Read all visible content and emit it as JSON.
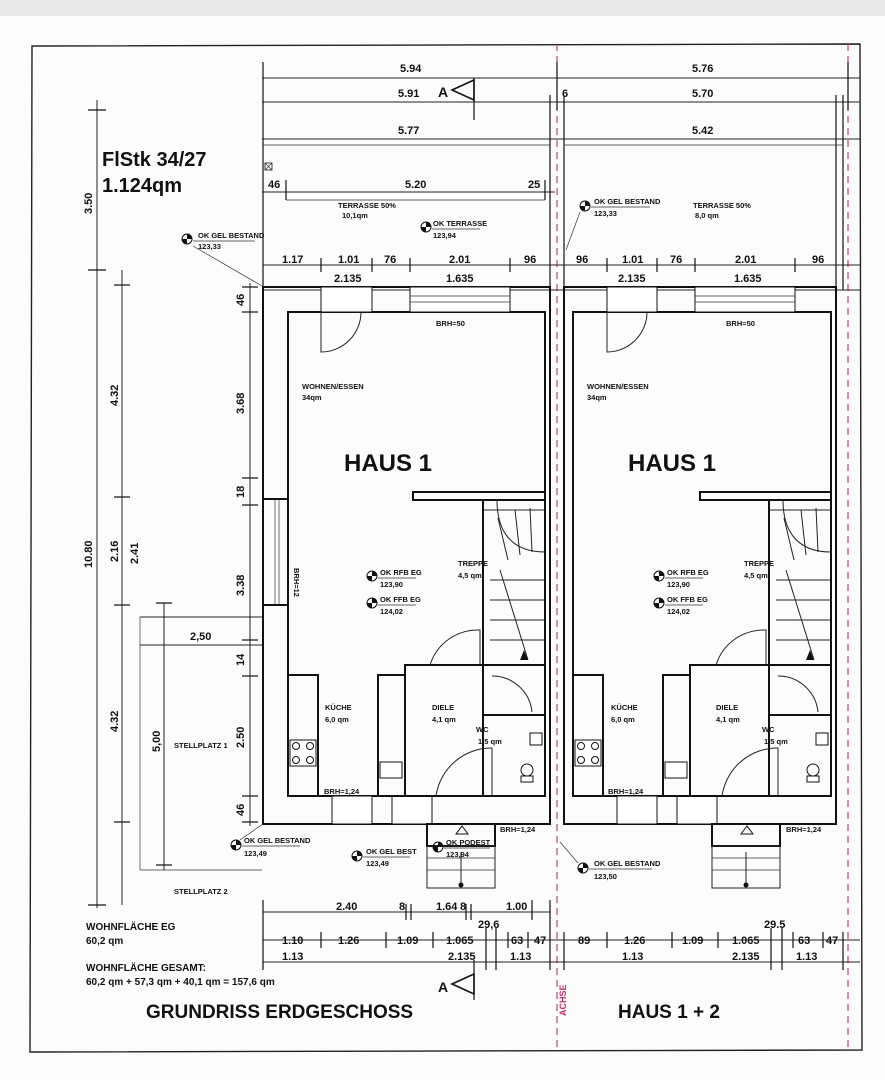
{
  "sheet": {
    "parcel_line1": "FlStk 34/27",
    "parcel_line2": "1.124qm",
    "drawing_title": "GRUNDRISS ERDGESCHOSS",
    "houses_title": "HAUS 1 + 2",
    "axis_label": "ACHSE",
    "section_marker": "A"
  },
  "dimensions": {
    "top_row1": [
      "5.94",
      "5.76"
    ],
    "top_row2": [
      "5.91",
      "6",
      "5.70"
    ],
    "top_row3": [
      "5.77",
      "5.42"
    ],
    "top_row4": [
      "46",
      "5.20",
      "25"
    ],
    "upper_line_a": [
      "1.17",
      "1.01",
      "76",
      "2.01",
      "96",
      "96",
      "1.01",
      "76",
      "2.01",
      "96"
    ],
    "upper_line_b": [
      "2.135",
      "1.635",
      "2.135",
      "1.635"
    ],
    "left_outer": [
      "3.50",
      "10.80"
    ],
    "left_mid": [
      "4.32",
      "2.16",
      "4.32"
    ],
    "left_mid2": [
      "2.41"
    ],
    "left_inner": [
      "46",
      "3.68",
      "18",
      "3.38",
      "14",
      "2.50",
      "46"
    ],
    "parking_width": "2,50",
    "parking_depth": "5,00",
    "bottom_line_a": [
      "2.40",
      "8",
      "1.64",
      "8",
      "1.00"
    ],
    "bottom_line_b": [
      "29,6",
      "29.5"
    ],
    "bottom_line_c": [
      "1.10",
      "1.26",
      "1.09",
      "1.065",
      "63",
      "47",
      "89",
      "1.26",
      "1.09",
      "1.065",
      "63",
      "47"
    ],
    "bottom_line_d": [
      "1.13",
      "2.135",
      "1.13",
      "1.13",
      "2.135",
      "1.13"
    ]
  },
  "labels": {
    "terrace_1": "TERRASSE 50%",
    "terrace_1_area": "10,1qm",
    "terrace_2": "TERRASSE 50%",
    "terrace_2_area": "8,0 qm",
    "ok_terrasse": "OK TERRASSE",
    "ok_terrasse_val": "123,94",
    "ok_gel_bestand": "OK GEL BESTAND",
    "ok_gel_bestand_1": "123,33",
    "ok_gel_bestand_2": "123,33",
    "ok_gel_bestand_3": "123,49",
    "ok_gel_bestand_4": "123,50",
    "ok_gel_best": "OK GEL BEST",
    "ok_gel_best_val": "123,49",
    "ok_podest": "OK PODEST",
    "ok_podest_val": "123,94",
    "brh50": "BRH=50",
    "brh12": "BRH=12",
    "brh124": "BRH=1,24",
    "wohnen": "WOHNEN/ESSEN",
    "wohnen_area": "34qm",
    "haus1": "HAUS 1",
    "treppe": "TREPPE",
    "treppe_area": "4,5 qm",
    "ok_rfb": "OK RFB EG",
    "ok_rfb_val": "123,90",
    "ok_ffb": "OK FFB EG",
    "ok_ffb_val": "124,02",
    "kueche": "KÜCHE",
    "kueche_area": "6,0 qm",
    "diele": "DIELE",
    "diele_area": "4,1 qm",
    "wc": "WC",
    "wc_area": "1,5 qm",
    "stellplatz1": "STELLPLATZ 1",
    "stellplatz2": "STELLPLATZ 2",
    "wohnflaeche_eg": "WOHNFLÄCHE EG",
    "wohnflaeche_eg_val": "60,2 qm",
    "wohnflaeche_ges": "WOHNFLÄCHE GESAMT:",
    "wohnflaeche_ges_val": "60,2 qm + 57,3 qm + 40,1 qm = 157,6 qm"
  }
}
